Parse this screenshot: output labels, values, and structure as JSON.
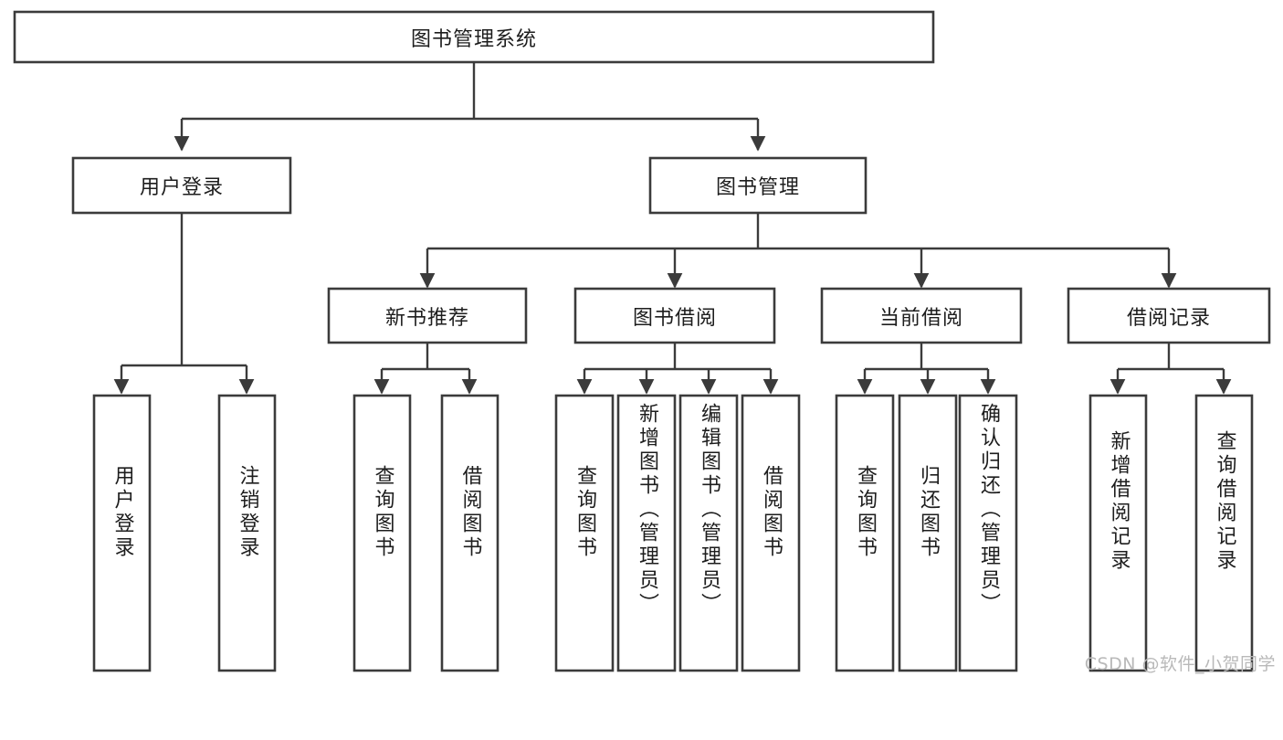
{
  "diagram": {
    "title": "图书管理系统",
    "type": "hierarchy-tree",
    "watermark": "CSDN @软件_小贺同学",
    "colors": {
      "box_stroke": "#3b3b3b",
      "box_fill": "#ffffff",
      "connector": "#3b3b3b",
      "text": "#1d1d1d",
      "watermark": "#b9b9b9"
    },
    "nodes": {
      "root": {
        "label": "图书管理系统",
        "orientation": "horizontal",
        "level": 0
      },
      "l1": [
        {
          "id": "user-login",
          "label": "用户登录",
          "orientation": "horizontal",
          "level": 1
        },
        {
          "id": "book-manage",
          "label": "图书管理",
          "orientation": "horizontal",
          "level": 1
        }
      ],
      "l2": [
        {
          "id": "new-book-recommend",
          "label": "新书推荐",
          "orientation": "horizontal",
          "level": 2
        },
        {
          "id": "book-borrow",
          "label": "图书借阅",
          "orientation": "horizontal",
          "level": 2
        },
        {
          "id": "current-borrow",
          "label": "当前借阅",
          "orientation": "horizontal",
          "level": 2
        },
        {
          "id": "borrow-record",
          "label": "借阅记录",
          "orientation": "horizontal",
          "level": 2
        }
      ],
      "leaves": [
        {
          "id": "leaf-user-login",
          "label": "用户登录",
          "orientation": "vertical",
          "parent": "user-login"
        },
        {
          "id": "leaf-user-logout",
          "label": "注销登录",
          "orientation": "vertical",
          "parent": "user-login"
        },
        {
          "id": "leaf-query-book-1",
          "label": "查询图书",
          "orientation": "vertical",
          "parent": "new-book-recommend"
        },
        {
          "id": "leaf-borrow-book-1",
          "label": "借阅图书",
          "orientation": "vertical",
          "parent": "new-book-recommend"
        },
        {
          "id": "leaf-query-book-2",
          "label": "查询图书",
          "orientation": "vertical",
          "parent": "book-borrow"
        },
        {
          "id": "leaf-add-book",
          "label": "新增图书（管理员）",
          "orientation": "vertical",
          "parent": "book-borrow"
        },
        {
          "id": "leaf-edit-book",
          "label": "编辑图书（管理员）",
          "orientation": "vertical",
          "parent": "book-borrow"
        },
        {
          "id": "leaf-borrow-book-2",
          "label": "借阅图书",
          "orientation": "vertical",
          "parent": "book-borrow"
        },
        {
          "id": "leaf-query-book-3",
          "label": "查询图书",
          "orientation": "vertical",
          "parent": "current-borrow"
        },
        {
          "id": "leaf-return-book",
          "label": "归还图书",
          "orientation": "vertical",
          "parent": "current-borrow"
        },
        {
          "id": "leaf-confirm-return",
          "label": "确认归还（管理员）",
          "orientation": "vertical",
          "parent": "current-borrow"
        },
        {
          "id": "leaf-add-record",
          "label": "新增借阅记录",
          "orientation": "vertical",
          "parent": "borrow-record"
        },
        {
          "id": "leaf-query-record",
          "label": "查询借阅记录",
          "orientation": "vertical",
          "parent": "borrow-record"
        }
      ]
    }
  }
}
